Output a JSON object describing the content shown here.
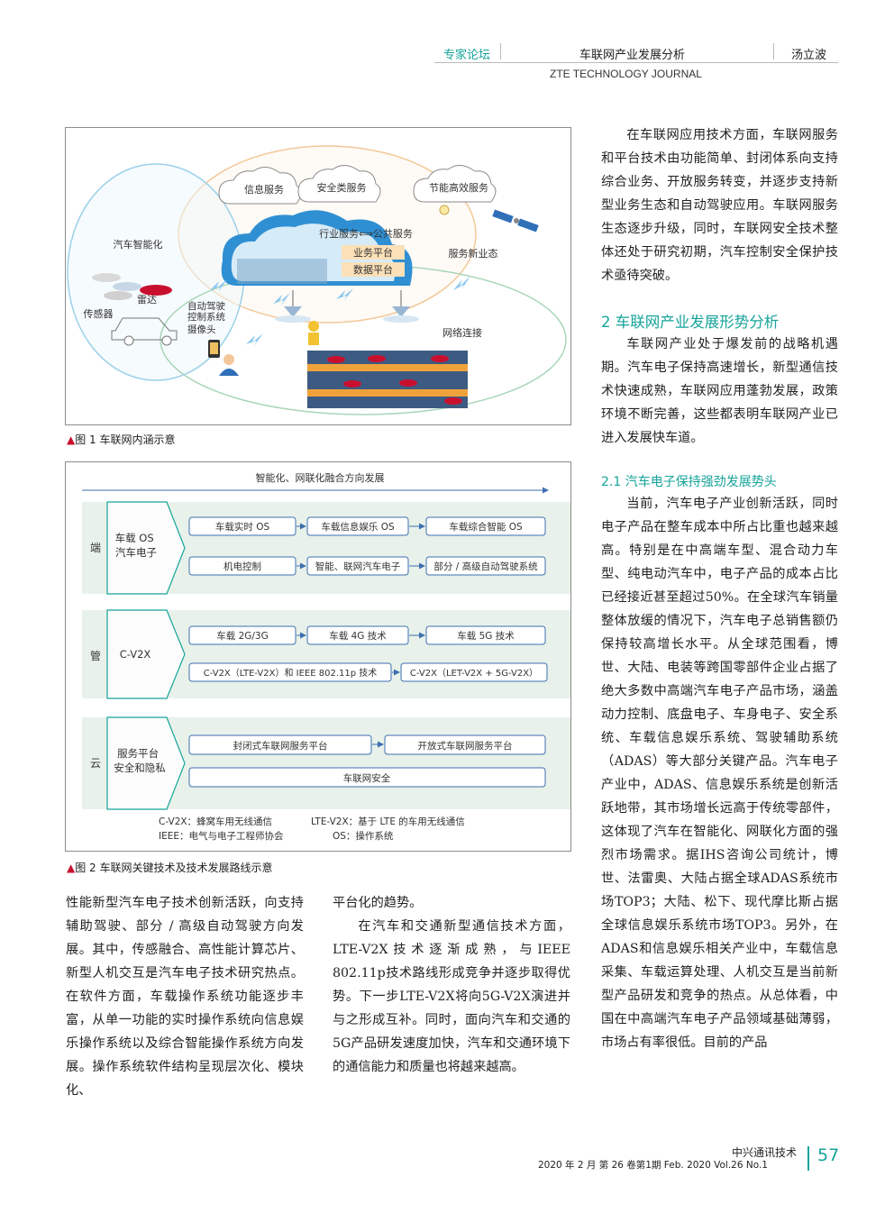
{
  "header": {
    "section": "专家论坛",
    "article_title": "车联网产业发展分析",
    "author": "汤立波",
    "journal": "ZTE TECHNOLOGY JOURNAL"
  },
  "figure1": {
    "caption_marker": "▲",
    "caption": "图 1 车联网内涵示意",
    "labels": {
      "cloud1": "信息服务",
      "cloud2": "安全类服务",
      "cloud3": "节能高效服务",
      "service_row": "行业服务⟺公共服务",
      "business_platform": "业务平台",
      "data_platform": "数据平台",
      "new_service": "服务新业态",
      "car_intelligence": "汽车智能化",
      "radar": "雷达",
      "sensor": "传感器",
      "autopilot": "自动驾驶\n控制系统",
      "camera": "摄像头",
      "network": "网络连接"
    },
    "colors": {
      "orange_ring": "#f3c89a",
      "blue_ring": "#9ad0ea",
      "green_ring": "#a9d6b9",
      "cloud_blue": "#2f8fd3",
      "road": "#f0a23a"
    }
  },
  "figure2": {
    "caption_marker": "▲",
    "caption": "图 2 车联网关键技术及技术发展路线示意",
    "top_arrow": "智能化、网联化融合方向发展",
    "rows": [
      {
        "side": "端",
        "title": "车载 OS\n汽车电子",
        "lines": [
          [
            "车载实时 OS",
            "车载信息娱乐 OS",
            "车载综合智能 OS"
          ],
          [
            "机电控制",
            "智能、联网汽车电子",
            "部分 / 高级自动驾驶系统"
          ]
        ]
      },
      {
        "side": "管",
        "title": "C-V2X",
        "lines": [
          [
            "车载 2G/3G",
            "车载 4G 技术",
            "车载 5G 技术"
          ],
          [
            "C-V2X（LTE-V2X）和 IEEE 802.11p 技术",
            "C-V2X（LET-V2X + 5G-V2X）"
          ]
        ]
      },
      {
        "side": "云",
        "title": "服务平台\n安全和隐私",
        "lines": [
          [
            "封闭式车联网服务平台",
            "开放式车联网服务平台"
          ],
          [
            "车联网安全"
          ]
        ]
      }
    ],
    "notes": [
      "C-V2X：蜂窝车用无线通信",
      "LTE-V2X：基于 LTE 的车用无线通信",
      "IEEE：电气与电子工程师协会",
      "OS：操作系统"
    ],
    "colors": {
      "teal": "#16a39a",
      "blue": "#3e6fb0",
      "row_bg": "#e8f2ea"
    }
  },
  "body": {
    "right_col_p1": "在车联网应用技术方面，车联网服务和平台技术由功能简单、封闭体系向支持综合业务、开放服务转变，并逐步支持新型业务生态和自动驾驶应用。车联网服务生态逐步升级，同时，车联网安全技术整体还处于研究初期，汽车控制安全保护技术亟待突破。",
    "heading1": "2 车联网产业发展形势分析",
    "right_col_p2": "车联网产业处于爆发前的战略机遇期。汽车电子保持高速增长，新型通信技术快速成熟，车联网应用蓬勃发展，政策环境不断完善，这些都表明车联网产业已进入发展快车道。",
    "heading2": "2.1 汽车电子保持强劲发展势头",
    "right_col_p3": "当前，汽车电子产业创新活跃，同时电子产品在整车成本中所占比重也越来越高。特别是在中高端车型、混合动力车型、纯电动汽车中，电子产品的成本占比已经接近甚至超过50%。在全球汽车销量整体放缓的情况下，汽车电子总销售额仍保持较高增长水平。从全球范围看，博世、大陆、电装等跨国零部件企业占据了绝大多数中高端汽车电子产品市场，涵盖动力控制、底盘电子、车身电子、安全系统、车载信息娱乐系统、驾驶辅助系统（ADAS）等大部分关键产品。汽车电子产业中，ADAS、信息娱乐系统是创新活跃地带，其市场增长远高于传统零部件，这体现了汽车在智能化、网联化方面的强烈市场需求。据IHS咨询公司统计，博世、法雷奥、大陆占据全球ADAS系统市场TOP3；大陆、松下、现代摩比斯占据全球信息娱乐系统市场TOP3。另外，在ADAS和信息娱乐相关产业中，车载信息采集、车载运算处理、人机交互是当前新型产品研发和竞争的热点。从总体看，中国在中高端汽车电子产品领域基础薄弱，市场占有率很低。目前的产品",
    "left_col_p1": "性能新型汽车电子技术创新活跃，向支持辅助驾驶、部分 / 高级自动驾驶方向发展。其中，传感融合、高性能计算芯片、新型人机交互是汽车电子技术研究热点。在软件方面，车载操作系统功能逐步丰富，从单一功能的实时操作系统向信息娱乐操作系统以及综合智能操作系统方向发展。操作系统软件结构呈现层次化、模块化、",
    "mid_col_p1": "平台化的趋势。",
    "mid_col_p2": "在汽车和交通新型通信技术方面，LTE-V2X技术逐渐成熟，与IEEE 802.11p技术路线形成竞争并逐步取得优势。下一步LTE-V2X将向5G-V2X演进并与之形成互补。同时，面向汽车和交通的5G产品研发速度加快，汽车和交通环境下的通信能力和质量也将越来越高。"
  },
  "footer": {
    "journal": "中兴通讯技术",
    "issue": "2020 年 2 月   第 26 卷第1期   Feb. 2020  Vol.26  No.1",
    "page": "57"
  }
}
